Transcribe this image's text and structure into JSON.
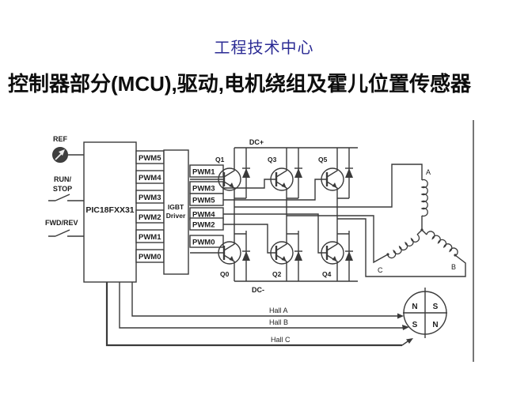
{
  "slide": {
    "title": "工程技术中心",
    "heading": "控制器部分(MCU),驱动,电机绕组及霍儿位置传感器"
  },
  "colors": {
    "title_text": "#2b2b94",
    "diagram_line": "#3a3a3a"
  },
  "mcu": {
    "label": "PIC18FXX31"
  },
  "driver": {
    "line1": "IGBT",
    "line2": "Driver"
  },
  "inputs": {
    "ref": "REF",
    "run1": "RUN/",
    "run2": "STOP",
    "fwdrev": "FWD/REV"
  },
  "pwm_out": [
    "PWM5",
    "PWM4",
    "PWM3",
    "PWM2",
    "PWM1",
    "PWM0"
  ],
  "pwm_gate": [
    "PWM1",
    "PWM3",
    "PWM5",
    "PWM4",
    "PWM2",
    "PWM0"
  ],
  "rails": {
    "pos": "DC+",
    "neg": "DC-"
  },
  "q_top": [
    "Q1",
    "Q3",
    "Q5"
  ],
  "q_bottom": [
    "Q0",
    "Q2",
    "Q4"
  ],
  "phases": {
    "a": "A",
    "b": "B",
    "c": "C"
  },
  "hall": {
    "a": "Hall A",
    "b": "Hall B",
    "c": "Hall C",
    "poles": {
      "tl": "N",
      "tr": "S",
      "bl": "S",
      "br": "N"
    }
  }
}
